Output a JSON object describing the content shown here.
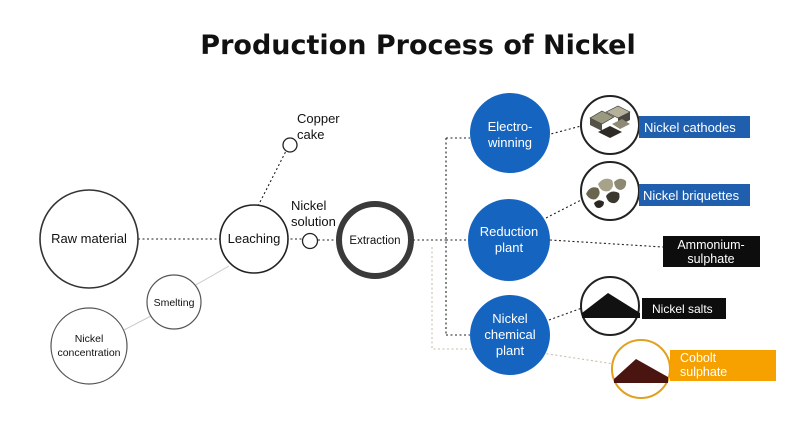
{
  "title": "Production Process of Nickel",
  "colors": {
    "process_blue": "#1565c0",
    "label_blue": "#1f5fae",
    "label_black": "#0d0d0d",
    "label_orange": "#f6a100",
    "cobalt_border": "#e0a020",
    "cobalt_fill": "#4a1410"
  },
  "nodes": {
    "raw_material": "Raw material",
    "leaching": "Leaching",
    "smelting": "Smelting",
    "nickel_concentration": [
      "Nickel",
      "concentration"
    ],
    "copper_cake": [
      "Copper",
      "cake"
    ],
    "nickel_solution": [
      "Nickel",
      "solution"
    ],
    "extraction": "Extraction",
    "electrowinning": [
      "Electro-",
      "winning"
    ],
    "reduction_plant": [
      "Reduction",
      "plant"
    ],
    "nickel_chemical_plant": [
      "Nickel",
      "chemical",
      "plant"
    ]
  },
  "products": {
    "nickel_cathodes": "Nickel cathodes",
    "nickel_briquettes": "Nickel briquettes",
    "ammonium_sulphate": [
      "Ammonium-",
      "sulphate"
    ],
    "nickel_salts": "Nickel salts",
    "cobalt_sulphate": [
      "Cobolt",
      "sulphate"
    ]
  },
  "icons": {
    "cathodes": "nickel-cathodes-icon",
    "briquettes": "nickel-briquettes-icon",
    "salts": "nickel-salts-pile-icon",
    "cobalt": "cobalt-sulphate-pile-icon"
  }
}
